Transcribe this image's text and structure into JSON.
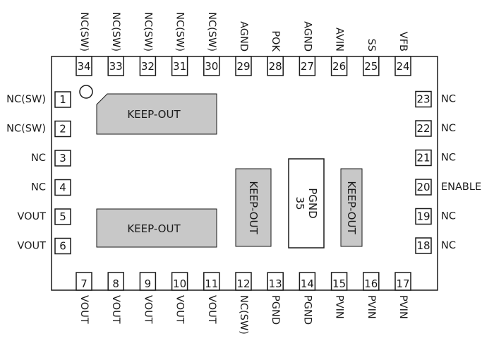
{
  "pins": {
    "left": [
      {
        "num": "1",
        "label": "NC(SW)"
      },
      {
        "num": "2",
        "label": "NC(SW)"
      },
      {
        "num": "3",
        "label": "NC"
      },
      {
        "num": "4",
        "label": "NC"
      },
      {
        "num": "5",
        "label": "VOUT"
      },
      {
        "num": "6",
        "label": "VOUT"
      }
    ],
    "bottom": [
      {
        "num": "7",
        "label": "VOUT"
      },
      {
        "num": "8",
        "label": "VOUT"
      },
      {
        "num": "9",
        "label": "VOUT"
      },
      {
        "num": "10",
        "label": "VOUT"
      },
      {
        "num": "11",
        "label": "VOUT"
      },
      {
        "num": "12",
        "label": "NC(SW)"
      },
      {
        "num": "13",
        "label": "PGND"
      },
      {
        "num": "14",
        "label": "PGND"
      },
      {
        "num": "15",
        "label": "PVIN"
      },
      {
        "num": "16",
        "label": "PVIN"
      },
      {
        "num": "17",
        "label": "PVIN"
      }
    ],
    "right": [
      {
        "num": "18",
        "label": "NC"
      },
      {
        "num": "19",
        "label": "NC"
      },
      {
        "num": "20",
        "label": "ENABLE"
      },
      {
        "num": "21",
        "label": "NC"
      },
      {
        "num": "22",
        "label": "NC"
      },
      {
        "num": "23",
        "label": "NC"
      }
    ],
    "top": [
      {
        "num": "24",
        "label": "VFB"
      },
      {
        "num": "25",
        "label": "SS"
      },
      {
        "num": "26",
        "label": "AVIN"
      },
      {
        "num": "27",
        "label": "AGND"
      },
      {
        "num": "28",
        "label": "POK"
      },
      {
        "num": "29",
        "label": "AGND"
      },
      {
        "num": "30",
        "label": "NC(SW)"
      },
      {
        "num": "31",
        "label": "NC(SW)"
      },
      {
        "num": "32",
        "label": "NC(SW)"
      },
      {
        "num": "33",
        "label": "NC(SW)"
      },
      {
        "num": "34",
        "label": "NC(SW)"
      }
    ]
  },
  "regions": {
    "keepout_top_left": "KEEP-OUT",
    "keepout_bottom_left": "KEEP-OUT",
    "keepout_center": "KEEP-OUT",
    "keepout_right": "KEEP-OUT",
    "pad_35_num": "35",
    "pad_35_label": "PGND"
  },
  "colors": {
    "keepout_fill": "#c8c8c8",
    "outline": "#1a1a1a"
  }
}
